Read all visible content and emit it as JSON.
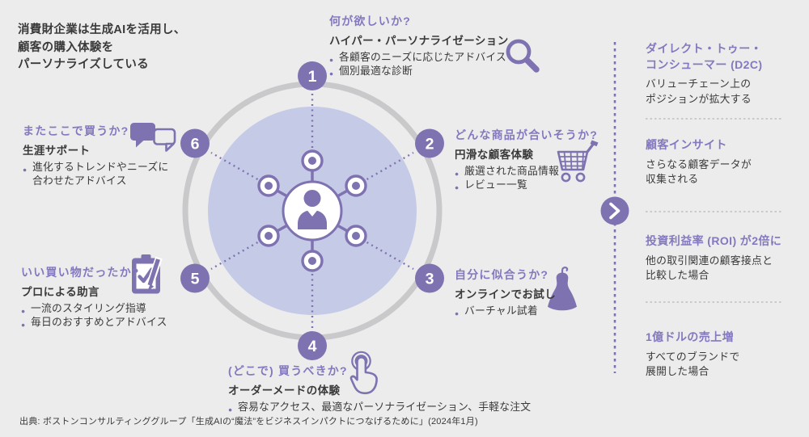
{
  "intro": "消費財企業は生成AIを活用し、\n顧客の購入体験を\nパーソナライズしている",
  "center": {
    "icon": "person-icon"
  },
  "flow_arrow_icon": "chevron-right-icon",
  "nodes": [
    {
      "num": "1",
      "question": "何が欲しいか?",
      "title": "ハイパー・パーソナライゼーション",
      "bullets": [
        "各顧客のニーズに応じたアドバイス",
        "個別最適な診断"
      ],
      "icon": "magnifier-icon"
    },
    {
      "num": "2",
      "question": "どんな商品が合いそうか?",
      "title": "円滑な顧客体験",
      "bullets": [
        "厳選された商品情報",
        "レビュー一覧"
      ],
      "icon": "shopping-cart-icon"
    },
    {
      "num": "3",
      "question": "自分に似合うか?",
      "title": "オンラインでお試し",
      "bullets": [
        "バーチャル試着"
      ],
      "icon": "dress-icon"
    },
    {
      "num": "4",
      "question": "(どこで) 買うべきか?",
      "title": "オーダーメードの体験",
      "bullets": [
        "容易なアクセス、最適なパーソナライゼーション、手軽な注文"
      ],
      "icon": "tap-icon"
    },
    {
      "num": "5",
      "question": "いい買い物だったか?",
      "title": "プロによる助言",
      "bullets": [
        "一流のスタイリング指導",
        "毎日のおすすめとアドバイス"
      ],
      "icon": "clipboard-icon"
    },
    {
      "num": "6",
      "question": "またここで買うか?",
      "title": "生涯サポート",
      "bullets": [
        "進化するトレンドやニーズに\n合わせたアドバイス"
      ],
      "icon": "speech-bubbles-icon"
    }
  ],
  "outcomes": [
    {
      "heading": "ダイレクト・トゥー・\nコンシューマー (D2C)",
      "body": "バリューチェーン上の\nポジションが拡大する"
    },
    {
      "heading": "顧客インサイト",
      "body": "さらなる顧客データが\n収集される"
    },
    {
      "heading": "投資利益率 (ROI) が2倍に",
      "body": "他の取引関連の顧客接点と\n比較した場合"
    },
    {
      "heading": "1億ドルの売上増",
      "body": "すべてのブランドで\n展開した場合"
    }
  ],
  "source": "出典: ボストンコンサルティンググループ「生成AIの“魔法”をビジネスインパクトにつなげるために」(2024年1月)",
  "colors": {
    "accent": "#7E72B0",
    "accent_text": "#8478BE",
    "inner_disc": "#C5CBE7",
    "outer_ring": "#C9C9CB",
    "background": "#ECECED",
    "text": "#3A3A3A"
  }
}
